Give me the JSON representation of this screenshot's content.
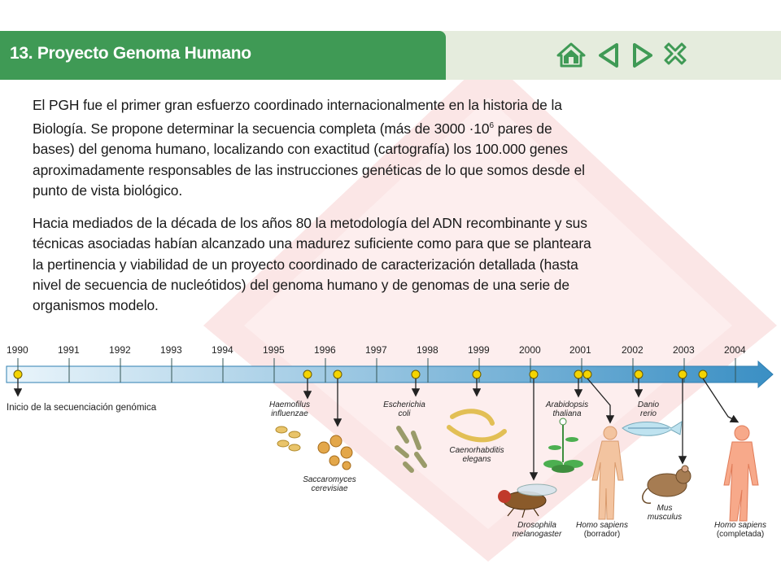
{
  "header": {
    "title": "13. Proyecto Genoma Humano",
    "colors": {
      "title_bar": "#3f9a55",
      "nav_bar": "#e5ecdd",
      "icons": "#3f9a55"
    },
    "nav": [
      {
        "name": "home-icon"
      },
      {
        "name": "previous-icon"
      },
      {
        "name": "next-icon"
      },
      {
        "name": "close-icon"
      }
    ]
  },
  "content": {
    "paragraph1_lines": [
      "El PGH fue el primer gran esfuerzo coordinado internacionalmente en la historia de la",
      "Biología. Se propone determinar la secuencia completa (más de 3000 ·10",
      "bases) del genoma humano, localizando con exactitud (cartografía) los 100.000 genes",
      "aproximadamente responsables de las instrucciones genéticas de lo que somos desde el",
      "punto de vista biológico."
    ],
    "paragraph1_sup": "6",
    "paragraph1_line2_tail": " pares de",
    "paragraph2_lines": [
      "Hacia mediados de la década de los años 80 la metodología del ADN recombinante y sus",
      "técnicas asociadas habían alcanzado una madurez suficiente como para que se planteara",
      "la pertinencia y viabilidad de un proyecto coordinado de caracterización detallada (hasta",
      "nivel de secuencia de nucleótidos) del genoma humano y de genomas de una serie de",
      "organismos modelo."
    ]
  },
  "timeline": {
    "years": [
      "1990",
      "1991",
      "1992",
      "1993",
      "1994",
      "1995",
      "1996",
      "1997",
      "1998",
      "1999",
      "2000",
      "2001",
      "2002",
      "2003",
      "2004"
    ],
    "start_label": "Inicio de la secuenciación genómica",
    "organisms": [
      {
        "name": "haemophilus",
        "label": [
          "Haemofilus",
          "influenzae"
        ]
      },
      {
        "name": "saccharomyces",
        "label": [
          "Saccaromyces",
          "cerevisiae"
        ]
      },
      {
        "name": "escherichia",
        "label": [
          "Escherichia",
          "coli"
        ]
      },
      {
        "name": "caenorhabditis",
        "label": [
          "Caenorhabditis",
          "elegans"
        ]
      },
      {
        "name": "drosophila",
        "label": [
          "Drosophila",
          "melanogaster"
        ]
      },
      {
        "name": "arabidopsis",
        "label": [
          "Arabidopsis",
          "thaliana"
        ]
      },
      {
        "name": "homo-sapiens-draft",
        "label": [
          "Homo sapiens",
          "(borrador)"
        ]
      },
      {
        "name": "danio",
        "label": [
          "Danio",
          "rerio"
        ]
      },
      {
        "name": "mus",
        "label": [
          "Mus",
          "musculus"
        ]
      },
      {
        "name": "homo-sapiens-complete",
        "label": [
          "Homo sapiens",
          "(completada)"
        ]
      }
    ]
  }
}
